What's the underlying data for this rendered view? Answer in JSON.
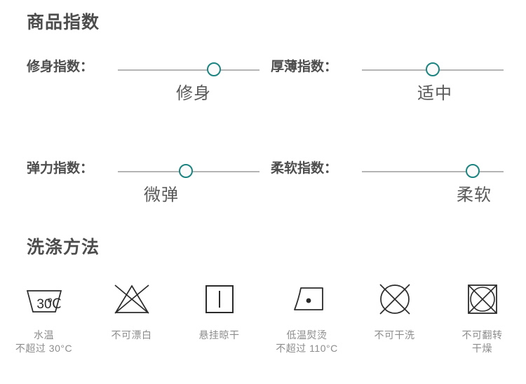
{
  "sections": {
    "product_index_title": "商品指数",
    "wash_method_title": "洗涤方法"
  },
  "colors": {
    "knob_accent": "#1c8480",
    "track": "#b5b5b5",
    "heading": "#4d4d4d",
    "value_text": "#595959",
    "caption_text": "#8c8c8c"
  },
  "index_rows": [
    {
      "label": "修身指数：",
      "value": "修身",
      "knob_percent": 68
    },
    {
      "label": "厚薄指数：",
      "value": "适中",
      "knob_percent": 50
    },
    {
      "label": "弹力指数：",
      "value": "微弹",
      "knob_percent": 48
    },
    {
      "label": "柔软指数：",
      "value": "柔软",
      "knob_percent": 78
    }
  ],
  "care_items": [
    {
      "icon": "wash-tub-30c-icon",
      "icon_text": "30",
      "icon_unit": "°C",
      "caption": "水温\n不超过 30°C"
    },
    {
      "icon": "do-not-bleach-icon",
      "caption": "不可漂白"
    },
    {
      "icon": "line-dry-icon",
      "caption": "悬挂晾干"
    },
    {
      "icon": "iron-low-heat-icon",
      "caption": "低温熨烫\n不超过 110°C"
    },
    {
      "icon": "do-not-dry-clean-icon",
      "caption": "不可干洗"
    },
    {
      "icon": "do-not-tumble-dry-icon",
      "caption": "不可翻转\n干燥"
    }
  ]
}
